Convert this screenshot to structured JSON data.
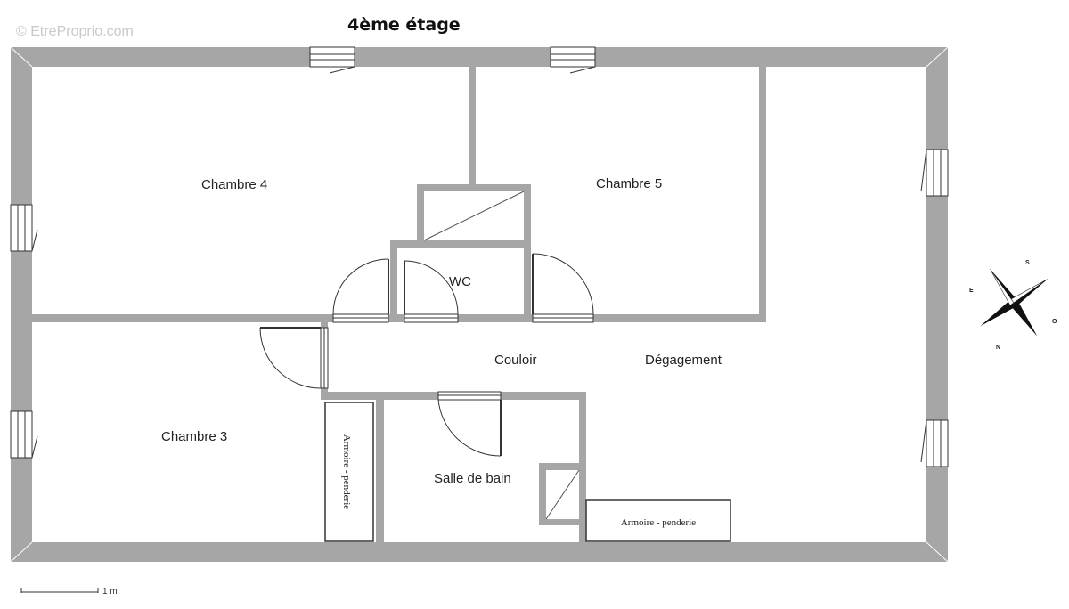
{
  "watermark": "© EtreProprio.com",
  "title": "4ème étage",
  "rooms": {
    "chambre4": "Chambre 4",
    "chambre5": "Chambre 5",
    "wc": "WC",
    "couloir": "Couloir",
    "degagement": "Dégagement",
    "chambre3": "Chambre 3",
    "salle_de_bain": "Salle de bain"
  },
  "furniture": {
    "armoire_vertical": "Armoire - penderie",
    "armoire_horizontal": "Armoire - penderie"
  },
  "scale": {
    "label": "1 m"
  },
  "compass": {
    "n": "N",
    "s": "S",
    "e": "E",
    "o": "O"
  }
}
